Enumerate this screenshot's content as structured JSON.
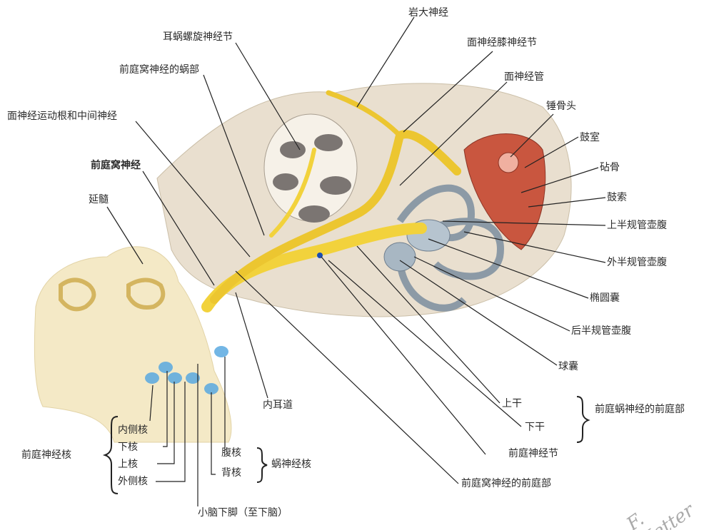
{
  "labels": {
    "greater_petrosal_nerve": "岩大神经",
    "geniculate_ganglion": "面神经膝神经节",
    "spiral_ganglion": "耳蜗螺旋神经节",
    "cochlear_part": "前庭窝神经的蜗部",
    "facial_canal": "面神经管",
    "malleus_head": "锤骨头",
    "facial_motor_root": "面神经运动根和中间神经",
    "tympanic_cavity": "鼓室",
    "incus": "砧骨",
    "vestibulocochlear_nerve": "前庭窝神经",
    "chorda_tympani": "鼓索",
    "medulla": "延髓",
    "ampulla_superior": "上半规管壶腹",
    "ampulla_lateral": "外半规管壶腹",
    "utricle": "椭圆囊",
    "ampulla_posterior": "后半规管壶腹",
    "saccule": "球囊",
    "internal_acoustic_meatus": "内耳道",
    "superior_division": "上干",
    "inferior_division": "下干",
    "vestibular_part_group": "前庭蜗神经的前庭部",
    "vestibular_ganglion": "前庭神经节",
    "vestibular_part": "前庭窝神经的前庭部",
    "vestibular_nuclei": "前庭神经核",
    "medial_nucleus": "内侧核",
    "inferior_nucleus": "下核",
    "superior_nucleus": "上核",
    "lateral_nucleus": "外侧核",
    "ventral_nucleus": "腹核",
    "dorsal_nucleus": "背核",
    "cochlear_nuclei": "蜗神经核",
    "inferior_cerebellar_peduncle": "小脑下脚（至下脑）"
  },
  "signature": "F. Netter M.D.",
  "colors": {
    "nerve": "#f2d23c",
    "bone": "#e9dfcf",
    "medulla": "#f4e9c6",
    "canal": "#9fb0bd",
    "tympanic": "#c9563f",
    "nucleus": "#5aa9e0"
  }
}
